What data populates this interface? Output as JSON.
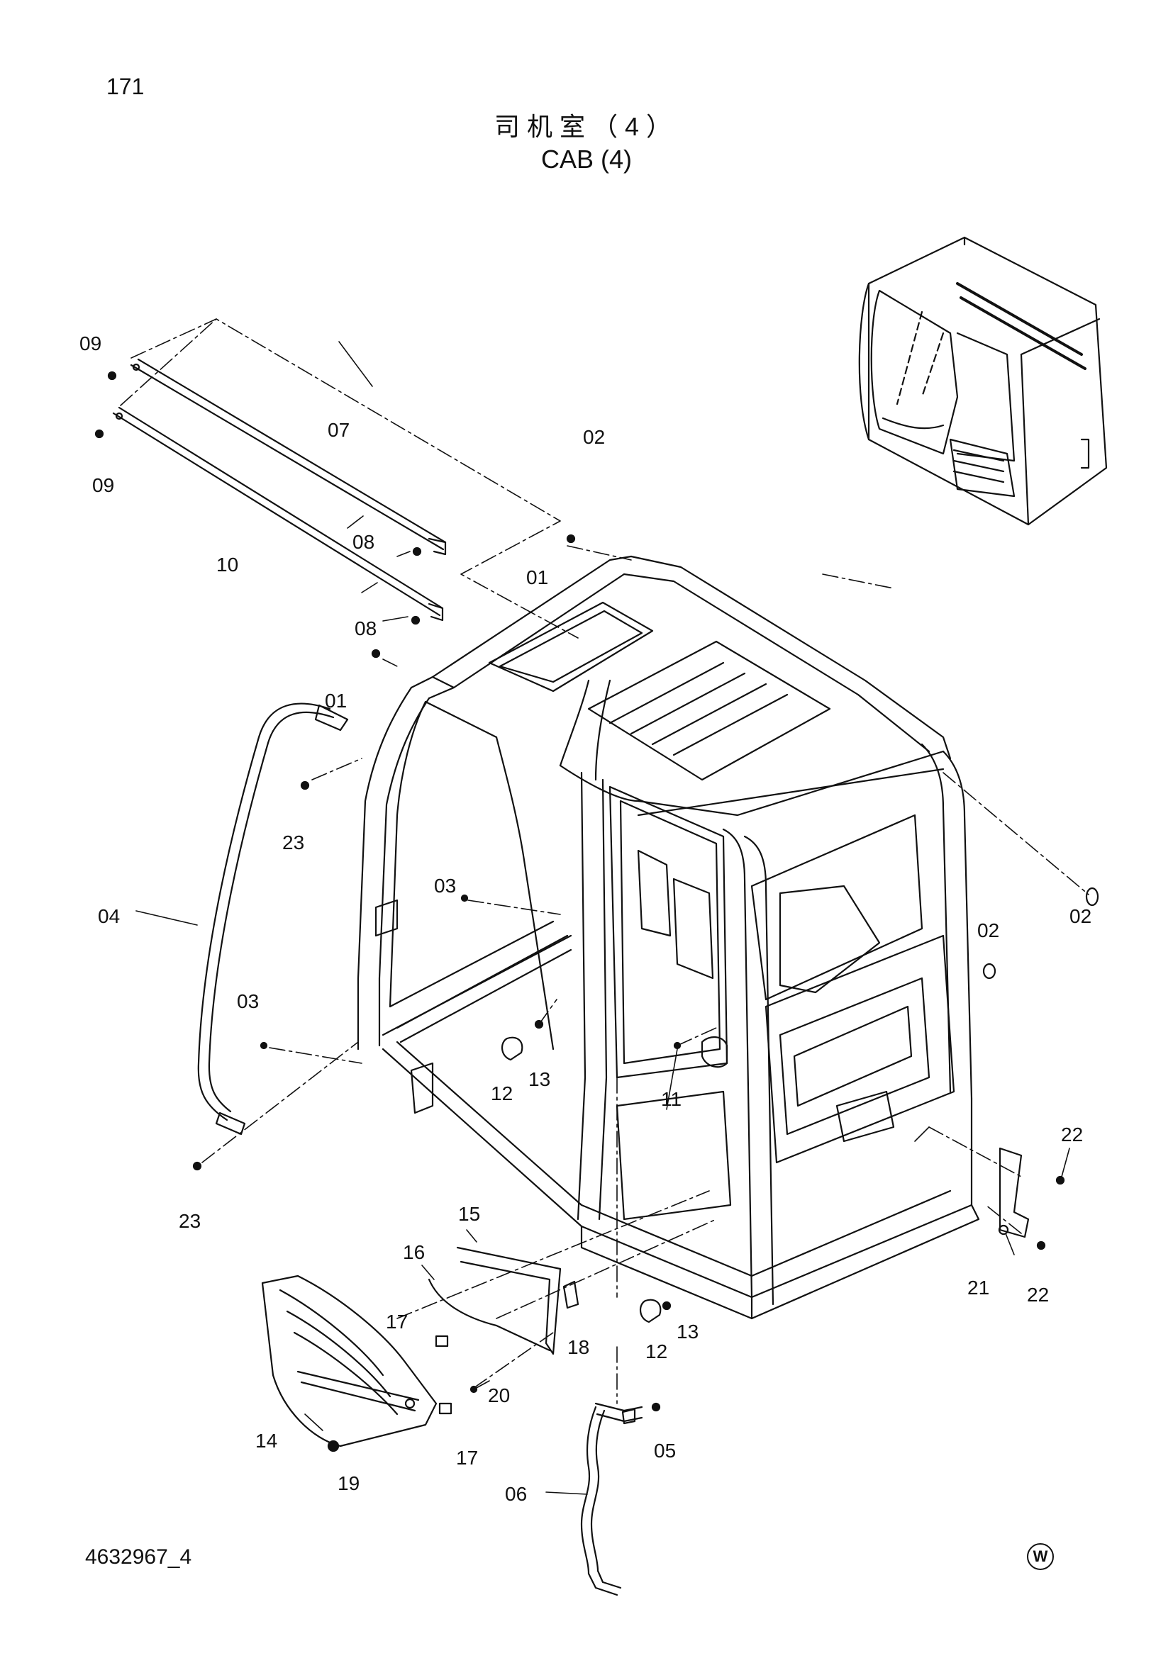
{
  "page_number": "171",
  "title_cn": "司机室（4）",
  "title_en": "CAB (4)",
  "document_code": "4632967_4",
  "corner_mark": "W",
  "callouts": {
    "c09a": "09",
    "c09b": "09",
    "c07": "07",
    "c10": "10",
    "c08a": "08",
    "c08b": "08",
    "c02a": "02",
    "c02b": "02",
    "c02c": "02",
    "c01a": "01",
    "c01b": "01",
    "c23a": "23",
    "c23b": "23",
    "c04": "04",
    "c03a": "03",
    "c03b": "03",
    "c12a": "12",
    "c12b": "12",
    "c13a": "13",
    "c13b": "13",
    "c11": "11",
    "c22a": "22",
    "c22b": "22",
    "c21": "21",
    "c15": "15",
    "c16": "16",
    "c17a": "17",
    "c17b": "17",
    "c18": "18",
    "c20": "20",
    "c14": "14",
    "c19": "19",
    "c05": "05",
    "c06": "06"
  }
}
